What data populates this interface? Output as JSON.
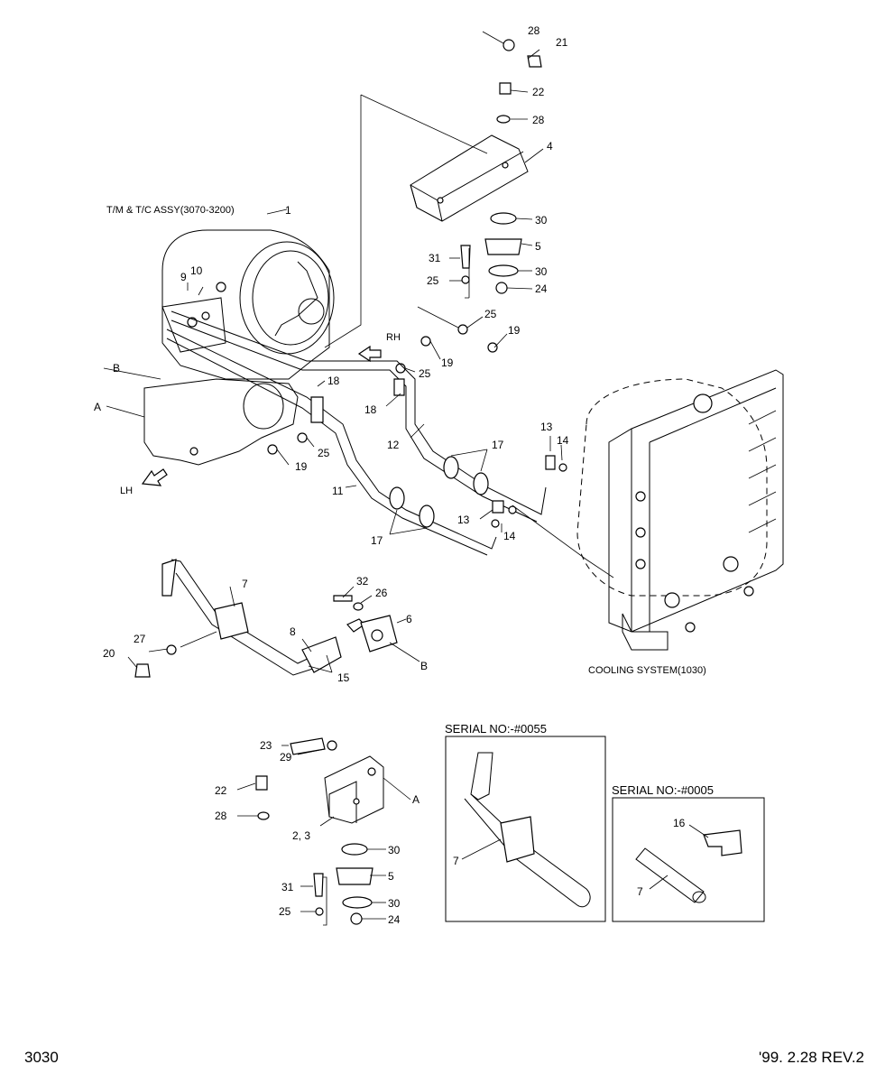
{
  "captions": {
    "tm_assy": "T/M & T/C ASSY(3070-3200)",
    "rh": "RH",
    "lh": "LH",
    "cooling": "COOLING SYSTEM(1030)",
    "serial_1": "SERIAL NO:-#0055",
    "serial_2": "SERIAL NO:-#0005"
  },
  "callouts": {
    "n1": "1",
    "n4": "4",
    "n5a": "5",
    "n5b": "5",
    "n6": "6",
    "n7a": "7",
    "n7b": "7",
    "n7c": "7",
    "n8": "8",
    "n9": "9",
    "n10": "10",
    "n11": "11",
    "n12": "12",
    "n13a": "13",
    "n13b": "13",
    "n14a": "14",
    "n14b": "14",
    "n15": "15",
    "n16": "16",
    "n17a": "17",
    "n17b": "17",
    "n18a": "18",
    "n18b": "18",
    "n19a": "19",
    "n19b": "19",
    "n19c": "19",
    "n20": "20",
    "n21": "21",
    "n22a": "22",
    "n22b": "22",
    "n23": "23",
    "n23_2": "2, 3",
    "n24a": "24",
    "n24b": "24",
    "n25a": "25",
    "n25b": "25",
    "n25c": "25",
    "n25d": "25",
    "n25e": "25",
    "n26": "26",
    "n27": "27",
    "n28a": "28",
    "n28b": "28",
    "n28c": "28",
    "n29": "29",
    "n30a": "30",
    "n30b": "30",
    "n30c": "30",
    "n30d": "30",
    "n31a": "31",
    "n31b": "31",
    "n32": "32",
    "refA1": "A",
    "refA2": "A",
    "refB1": "B",
    "refB2": "B"
  },
  "footer": {
    "page_number": "3030",
    "revision": "'99. 2.28 REV.2"
  }
}
